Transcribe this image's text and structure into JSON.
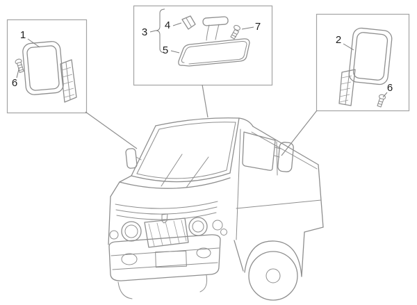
{
  "diagram": {
    "kind": "vehicle-mirror-parts-diagram",
    "background": "#ffffff",
    "line_color": "#8e8e8e",
    "label_color": "#1c1c1c",
    "box_border_color": "#a3a3a3"
  },
  "labels": {
    "left_mirror_assembly": "1",
    "right_mirror_assembly": "2",
    "interior_mirror_group": "3",
    "interior_mount_cover": "4",
    "interior_mirror_body": "5",
    "left_mirror_screw": "6",
    "right_mirror_screw": "6",
    "interior_mirror_screw": "7"
  }
}
